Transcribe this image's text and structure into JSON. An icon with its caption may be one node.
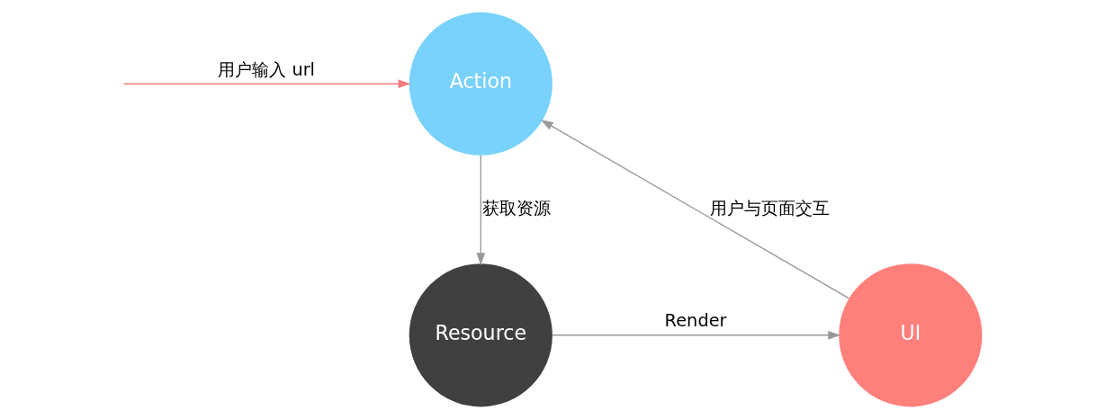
{
  "diagram": {
    "nodes": [
      {
        "text": [
          "Action"
        ]
      },
      {
        "text": [
          "Resource"
        ]
      },
      {
        "text": [
          "UI"
        ]
      }
    ],
    "edges": [
      {
        "from": null,
        "to": 0,
        "arrow": "to",
        "label": "用户输入 url",
        "color": "#f07c7c"
      },
      {
        "from": 0,
        "to": 1,
        "arrow": "to",
        "label": "获取资源"
      },
      {
        "from": 1,
        "to": 2,
        "arrow": "to",
        "label": "Render"
      },
      {
        "from": 2,
        "to": 0,
        "arrow": "to",
        "label": "用户与页面交互"
      }
    ]
  }
}
